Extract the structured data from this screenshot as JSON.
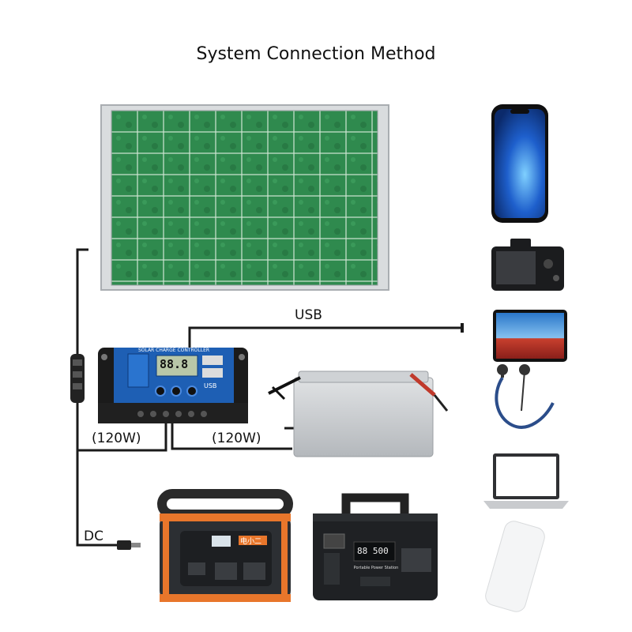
{
  "title": "System Connection Method",
  "labels": {
    "usb": "USB",
    "load_power_left": "(120W)",
    "load_power_right": "(120W)",
    "dc": "DC"
  },
  "controller": {
    "header": "SOLAR CHARGE CONTROLLER",
    "display": "88.8",
    "usb_badge": "USB"
  },
  "power_station_left": {
    "brand": "电小二"
  },
  "power_station_right": {
    "display": "88 500",
    "caption": "Portable Power Station"
  },
  "colors": {
    "panel_cell": "#2f8a4e",
    "controller_face": "#1e5fb4",
    "station_orange": "#e8762b",
    "battery": "#c9ccd0"
  },
  "icons": [
    "smartphone-icon",
    "camera-icon",
    "tablet-icon",
    "earphones-icon",
    "laptop-icon",
    "power-bank-icon"
  ]
}
